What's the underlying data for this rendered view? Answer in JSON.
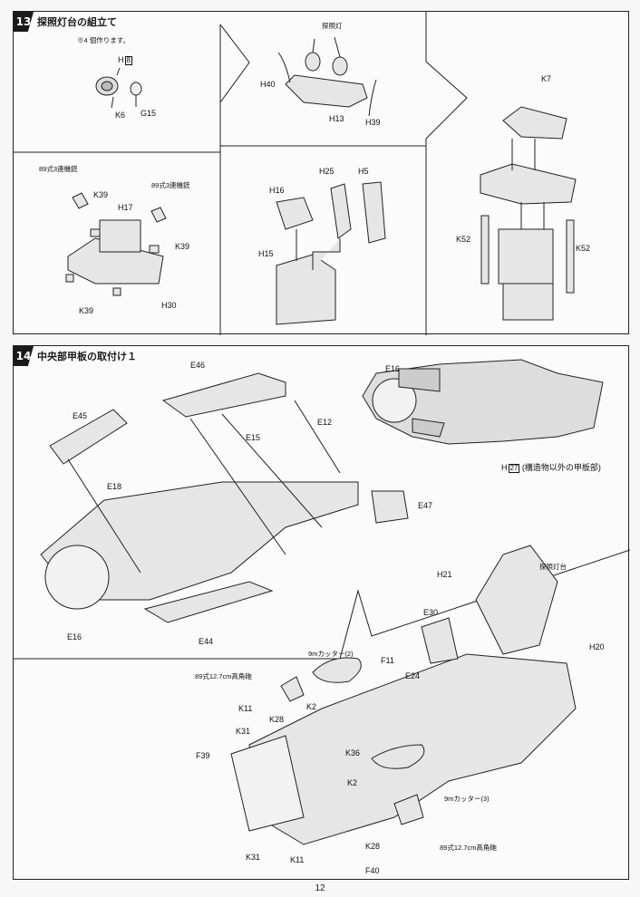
{
  "step13": {
    "number": "13",
    "title": "探照灯台の組立て",
    "note": "※4 個作ります。",
    "labels": {
      "h_ref_letter": "H",
      "h_ref_num": "8",
      "k6": "K6",
      "g15": "G15",
      "searchlight": "探照灯",
      "h40": "H40",
      "h13": "H13",
      "h39": "H39",
      "k7": "K7",
      "mg_left": "89式3連機銃",
      "mg_right": "89式3連機銃",
      "k39_a": "K39",
      "h17": "H17",
      "k39_b": "K39",
      "k39_c": "K39",
      "h30": "H30",
      "h25": "H25",
      "h5": "H5",
      "h16": "H16",
      "h15": "H15",
      "k52_left": "K52",
      "k52_right": "K52"
    }
  },
  "step14": {
    "number": "14",
    "title": "中央部甲板の取付け１",
    "labels": {
      "e46": "E46",
      "e16_top": "E16",
      "e45": "E45",
      "e12": "E12",
      "e15": "E15",
      "e18": "E18",
      "e47": "E47",
      "e16_bottom": "E16",
      "e44": "E44",
      "h27_letter": "H",
      "h27_num": "27",
      "h27_note": "(構造物以外の甲板部)",
      "h21": "H21",
      "searchlight_platform": "探照灯台",
      "e30": "E30",
      "h20": "H20",
      "cutter_2": "9mカッター(2)",
      "f11": "F11",
      "e24": "E24",
      "aa_gun_top": "89式12.7cm高角砲",
      "k2_a": "K2",
      "k11_a": "K11",
      "k28_a": "K28",
      "k31_a": "K31",
      "f39": "F39",
      "k36": "K36",
      "k2_b": "K2",
      "cutter_3": "9mカッター(3)",
      "k31_b": "K31",
      "k11_b": "K11",
      "k28_b": "K28",
      "aa_gun_bottom": "89式12.7cm高角砲",
      "f40": "F40"
    }
  },
  "page_number": "12"
}
